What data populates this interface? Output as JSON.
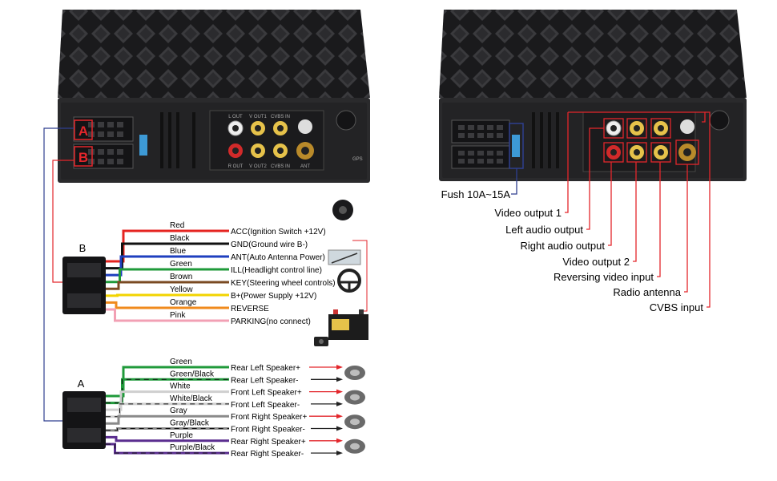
{
  "connectors": {
    "a_letter": "A",
    "b_letter": "B"
  },
  "harness_b": {
    "label": "B",
    "wires": [
      {
        "color": "Red",
        "hex": "#e52420",
        "function": "ACC(Ignition Switch +12V)"
      },
      {
        "color": "Black",
        "hex": "#111111",
        "function": "GND(Ground wire B-)"
      },
      {
        "color": "Blue",
        "hex": "#1f3fbf",
        "function": "ANT(Auto Antenna Power)"
      },
      {
        "color": "Green",
        "hex": "#1f9a3a",
        "function": "ILL(Headlight control line)"
      },
      {
        "color": "Brown",
        "hex": "#7a4a22",
        "function": "KEY(Steering wheel controls)"
      },
      {
        "color": "Yellow",
        "hex": "#f2d400",
        "function": "B+(Power Supply +12V)"
      },
      {
        "color": "Orange",
        "hex": "#f08a1c",
        "function": "REVERSE"
      },
      {
        "color": "Pink",
        "hex": "#f2a0b4",
        "function": "PARKING(no connect)"
      }
    ]
  },
  "harness_a": {
    "label": "A",
    "wires": [
      {
        "color": "Green",
        "hex": "#1f9a3a",
        "function": "Rear Left Speaker+"
      },
      {
        "color": "Green/Black",
        "hex": "#1f9a3a",
        "function": "Rear Left Speaker-"
      },
      {
        "color": "White",
        "hex": "#cfcfcf",
        "function": "Front Left Speaker+"
      },
      {
        "color": "White/Black",
        "hex": "#cfcfcf",
        "function": "Front Left Speaker-"
      },
      {
        "color": "Gray",
        "hex": "#8a8a8a",
        "function": "Front Right Speaker+"
      },
      {
        "color": "Gray/Black",
        "hex": "#8a8a8a",
        "function": "Front Right Speaker-"
      },
      {
        "color": "Purple",
        "hex": "#5a2d8f",
        "function": "Rear Right Speaker+"
      },
      {
        "color": "Purple/Black",
        "hex": "#5a2d8f",
        "function": "Rear Right Speaker-"
      }
    ]
  },
  "ports": [
    {
      "label": "Fush 10A~15A"
    },
    {
      "label": "Video output 1"
    },
    {
      "label": "Left audio output"
    },
    {
      "label": "Right audio output"
    },
    {
      "label": "Video output 2"
    },
    {
      "label": "Reversing video input"
    },
    {
      "label": "Radio antenna"
    },
    {
      "label": "CVBS input"
    }
  ],
  "panel_labels": {
    "l_out": "L OUT",
    "v_out1": "V OUT1",
    "cvbs_in": "CVBS IN",
    "r_out": "R OUT",
    "v_out2": "V OUT2",
    "cvbs_in2": "CVBS IN",
    "ant": "ANT",
    "gps": "GPS"
  },
  "colors": {
    "accent_red": "#e3262b",
    "callout_blue": "#2e3f8f",
    "unit_body": "#2a2a2c"
  }
}
